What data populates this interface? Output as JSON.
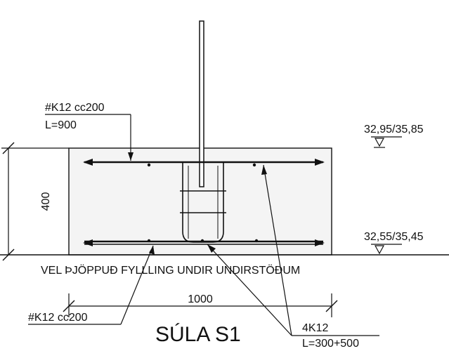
{
  "drawing": {
    "top_bar_label": "#K12 cc200",
    "top_bar_length": "L=900",
    "bottom_bar_label": "#K12 cc200",
    "height_dim": "400",
    "width_dim": "1000",
    "level_top": "32,95/35,85",
    "level_bottom": "32,55/35,45",
    "ground_note": "VEL ÞJÖPPUÐ FYLLLING UNDIR UNDIRSTÖÐUM",
    "title": "SÚLA S1",
    "column_bars_label": "4K12",
    "column_bars_length": "L=300+500"
  },
  "colors": {
    "line": "#111111",
    "concrete_fill": "#f4f4f4",
    "paper": "#ffffff"
  }
}
